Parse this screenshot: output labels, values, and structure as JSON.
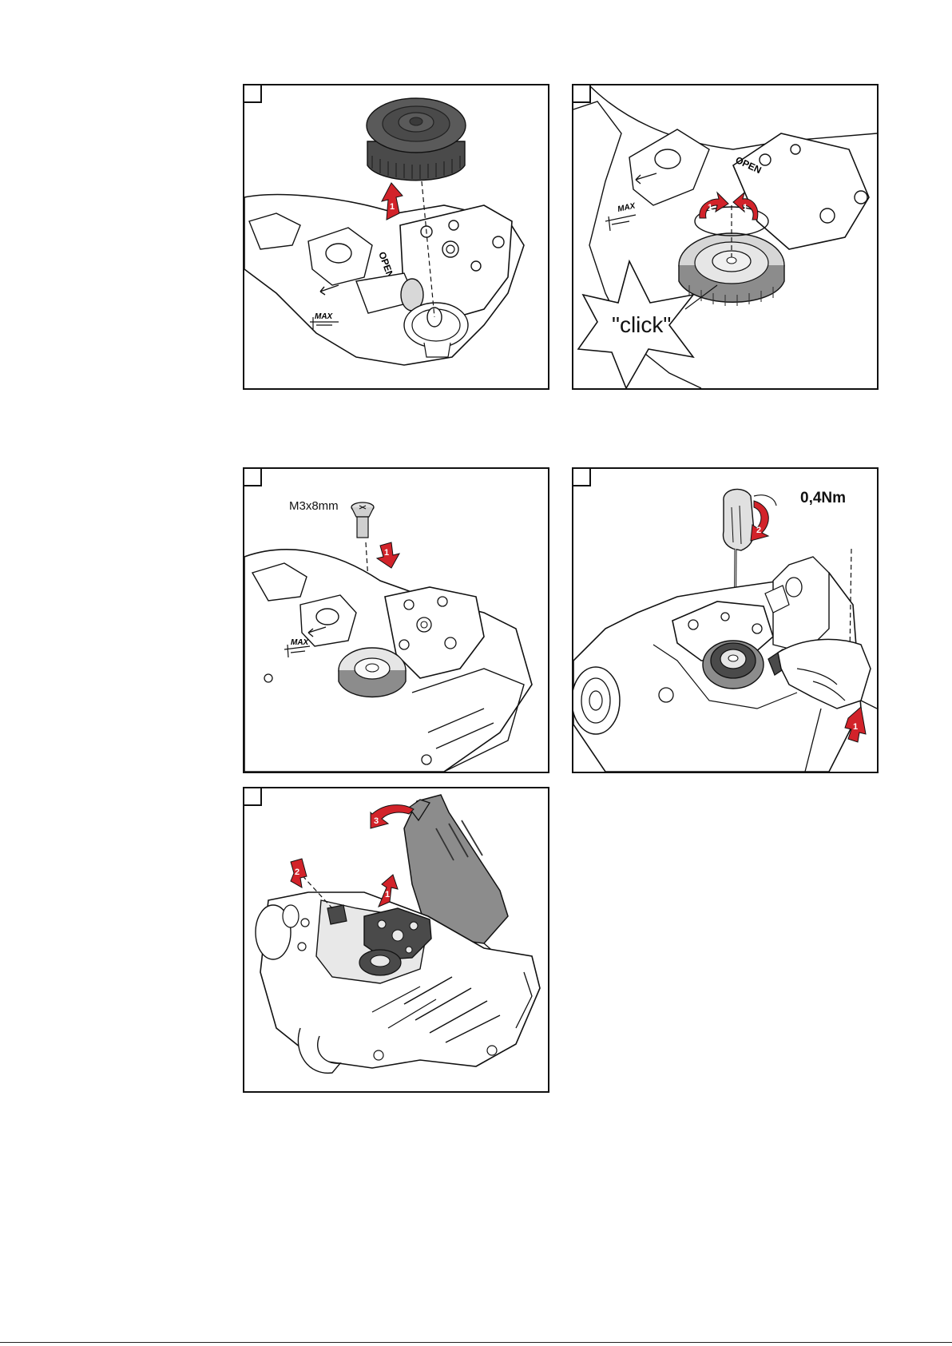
{
  "document": {
    "panels": [
      {
        "id": "panel-1",
        "labels": {}
      },
      {
        "id": "panel-2",
        "labels": {
          "click": "\"click\""
        }
      },
      {
        "id": "panel-3",
        "labels": {
          "screw": "M3x8mm"
        }
      },
      {
        "id": "panel-4",
        "labels": {
          "torque": "0,4Nm"
        }
      },
      {
        "id": "panel-5",
        "labels": {}
      }
    ],
    "arrow_numbers": {
      "one": "1",
      "two": "2",
      "three": "3"
    },
    "colors": {
      "arrow_red": "#d2232a",
      "line": "#111111",
      "dark_part": "#4a4a4a",
      "mid_gray": "#8c8c8c",
      "light_gray": "#e8e8e8"
    }
  }
}
